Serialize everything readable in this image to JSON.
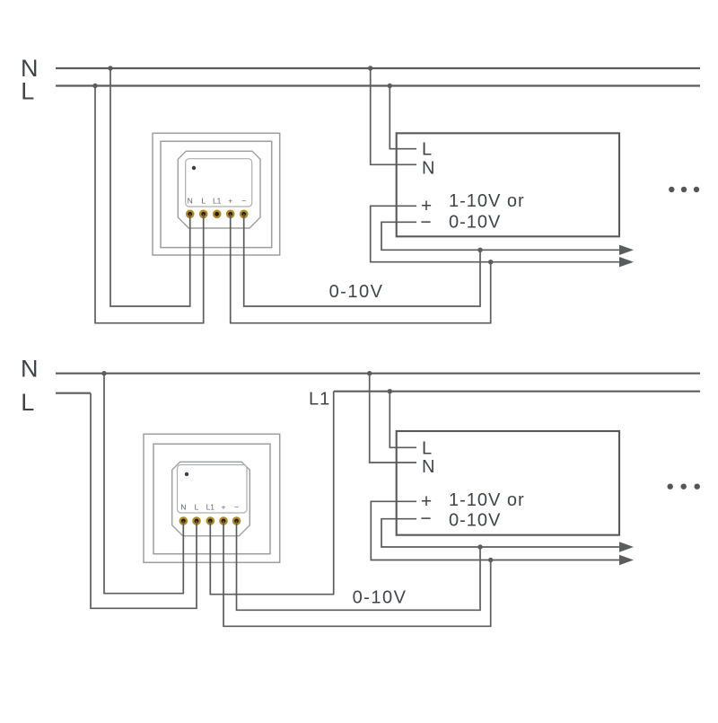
{
  "colors": {
    "wire": "#5b5c5e",
    "box": "#9b9da0",
    "text": "#3f434a",
    "terminal_ring": "#b3891f",
    "terminal_core": "#241c06"
  },
  "top": {
    "n_label": "N",
    "l_label": "L",
    "module": {
      "terminals": [
        "N",
        "L",
        "L1",
        "+",
        "−"
      ]
    },
    "driver": {
      "l": "L",
      "n": "N",
      "plus": "+",
      "minus": "−",
      "type_line1": "1-10V or",
      "type_line2": "0-10V"
    },
    "signal_label": "0-10V"
  },
  "bottom": {
    "n_label": "N",
    "l_label": "L",
    "l1_label": "L1",
    "module": {
      "terminals": [
        "N",
        "L",
        "L1",
        "+",
        "−"
      ]
    },
    "driver": {
      "l": "L",
      "n": "N",
      "plus": "+",
      "minus": "−",
      "type_line1": "1-10V or",
      "type_line2": "0-10V"
    },
    "signal_label": "0-10V"
  }
}
